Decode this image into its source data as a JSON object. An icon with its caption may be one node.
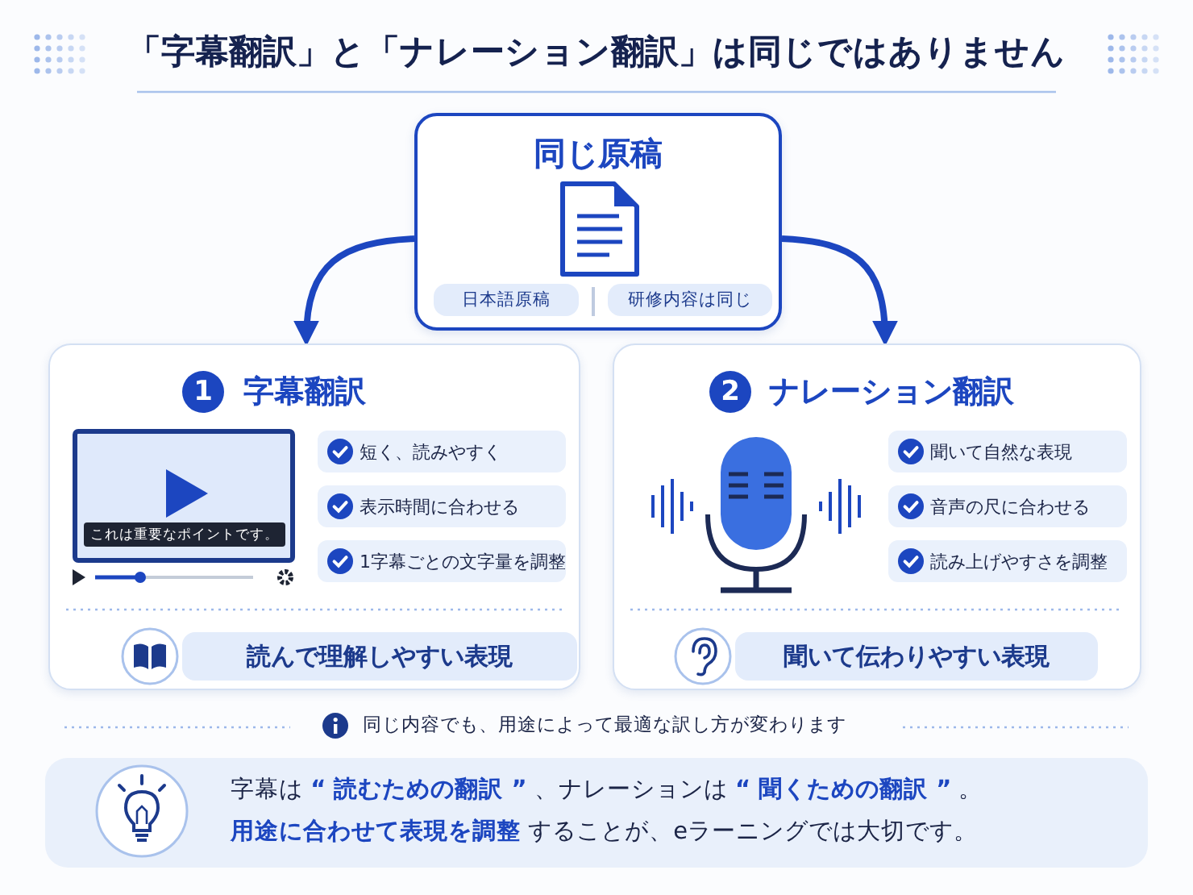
{
  "diagram": {
    "title": "「字幕翻訳」と「ナレーション翻訳」は同じではありません",
    "nodes": [
      {
        "text": [
          "同じ原稿"
        ]
      },
      {
        "text": [
          "日本語原稿"
        ],
        "in": 0
      },
      {
        "text": [
          "研修内容は同じ"
        ],
        "in": 0
      },
      {
        "text": [
          "1",
          "字幕翻訳"
        ]
      },
      {
        "text": [
          "これは重要なポイントです。"
        ],
        "in": 3
      },
      {
        "text": [
          "短く、読みやすく"
        ],
        "in": 3
      },
      {
        "text": [
          "表示時間に合わせる"
        ],
        "in": 3
      },
      {
        "text": [
          "1字幕ごとの文字量を調整"
        ],
        "in": 3
      },
      {
        "text": [
          "読んで理解しやすい表現"
        ],
        "in": 3
      },
      {
        "text": [
          "2",
          "ナレーション翻訳"
        ]
      },
      {
        "text": [
          "聞いて自然な表現"
        ],
        "in": 9
      },
      {
        "text": [
          "音声の尺に合わせる"
        ],
        "in": 9
      },
      {
        "text": [
          "読み上げやすさを調整"
        ],
        "in": 9
      },
      {
        "text": [
          "聞いて伝わりやすい表現"
        ],
        "in": 9
      },
      {
        "text": [
          "字幕は **“ 読むための翻訳 ”** 、ナレーションは **“ 聞くための翻訳 ”** 。",
          "**用途に合わせて表現を調整** することが、eラーニングでは大切です。"
        ]
      }
    ],
    "edges": [
      {
        "from": 0,
        "to": 3,
        "arrow": "to"
      },
      {
        "from": 0,
        "to": 9,
        "arrow": "to"
      }
    ],
    "labels": [
      "同じ内容でも、用途によって最適な訳し方が変わります"
    ]
  }
}
